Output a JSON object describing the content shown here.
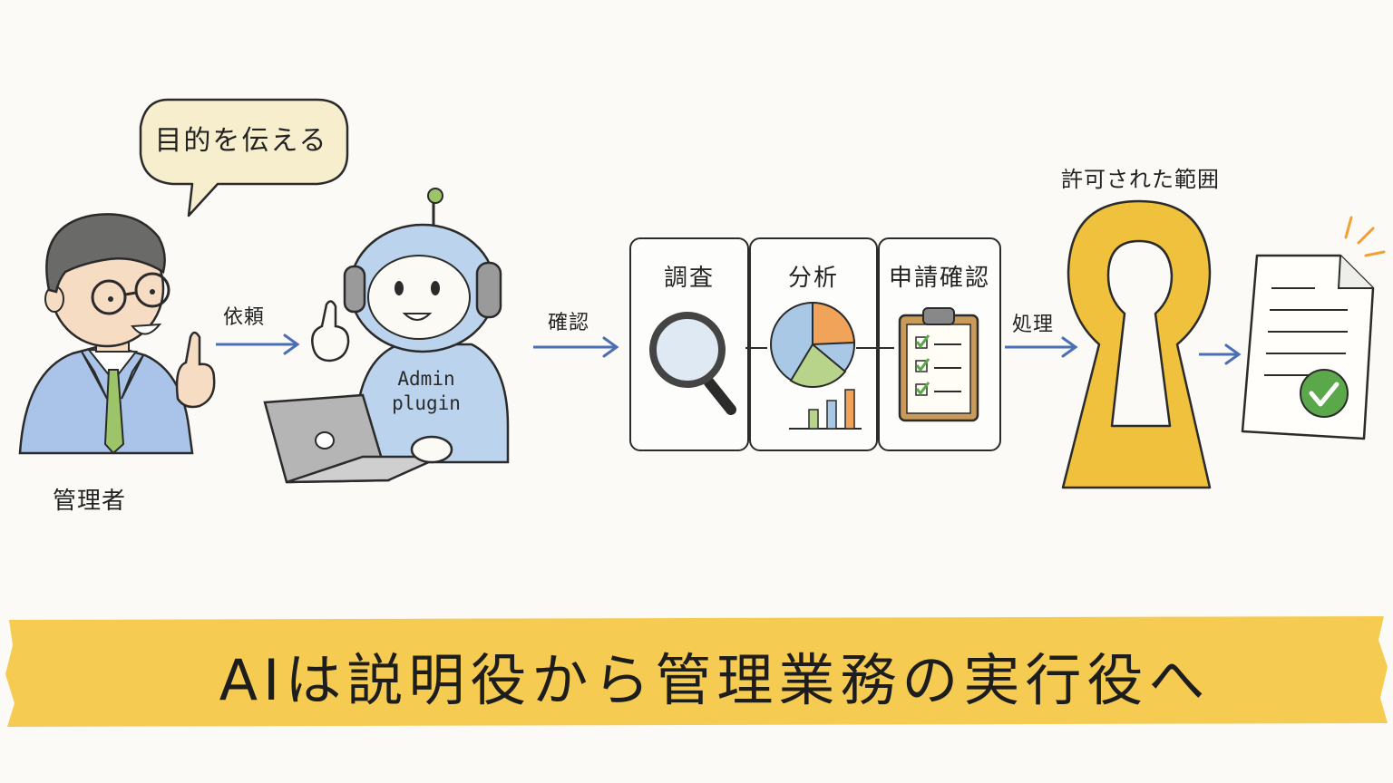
{
  "speech_bubble": "目的を伝える",
  "person_label": "管理者",
  "arrow_request": "依頼",
  "robot": {
    "line1": "Admin",
    "line2": "plugin"
  },
  "arrow_confirm": "確認",
  "panels": [
    {
      "title": "調査"
    },
    {
      "title": "分析"
    },
    {
      "title": "申請確認"
    }
  ],
  "arrow_process": "処理",
  "keyhole_label": "許可された範囲",
  "banner": "AIは説明役から管理業務の実行役へ",
  "colors": {
    "arrow": "#4a6fb5",
    "banner": "#f4c742",
    "keyhole": "#efc13c",
    "robot": "#bcd3ee",
    "suit": "#a9c4e8",
    "tie": "#9cc56a",
    "check": "#5aa84a",
    "pie_orange": "#f2a35a",
    "pie_green": "#b8d48a",
    "pie_blue": "#a8c8e6"
  }
}
